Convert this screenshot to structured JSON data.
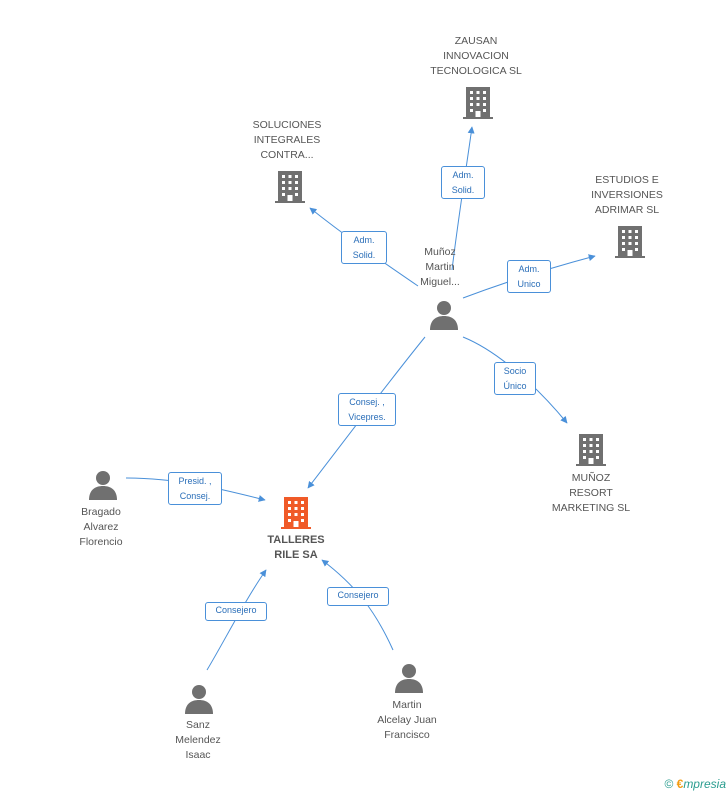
{
  "colors": {
    "edge": "#4a90d9",
    "company": "#707070",
    "person": "#707070",
    "central": "#f05a28"
  },
  "nodes": {
    "zausan": {
      "label": "ZAUSAN\nINNOVACION\nTECNOLOGICA SL",
      "icon": "building-icon"
    },
    "soluciones": {
      "label": "SOLUCIONES\nINTEGRALES\nCONTRA...",
      "icon": "building-icon"
    },
    "estudios": {
      "label": "ESTUDIOS E\nINVERSIONES\nADRIMAR  SL",
      "icon": "building-icon"
    },
    "munoz_martin": {
      "label": "Muñoz\nMartin\nMiguel...",
      "icon": "person-icon"
    },
    "munoz_resort": {
      "label": "MUÑOZ\nRESORT\nMARKETING SL",
      "icon": "building-icon"
    },
    "bragado": {
      "label": "Bragado\nAlvarez\nFlorencio",
      "icon": "person-icon"
    },
    "talleres": {
      "label": "TALLERES\nRILE SA",
      "icon": "building-icon"
    },
    "sanz": {
      "label": "Sanz\nMelendez\nIsaac",
      "icon": "person-icon"
    },
    "martin_alcelay": {
      "label": "Martin\nAlcelay Juan\nFrancisco",
      "icon": "person-icon"
    }
  },
  "edges": {
    "e1": "Adm.\nSolid.",
    "e2": "Adm.\nSolid.",
    "e3": "Adm.\nUnico",
    "e4": "Socio\nÚnico",
    "e5": "Consej. ,\nVicepres.",
    "e6": "Presid. ,\nConsej.",
    "e7": "Consejero",
    "e8": "Consejero"
  },
  "footer": {
    "copyright": "©",
    "brand_e": "€",
    "brand_rest": "mpresia"
  }
}
